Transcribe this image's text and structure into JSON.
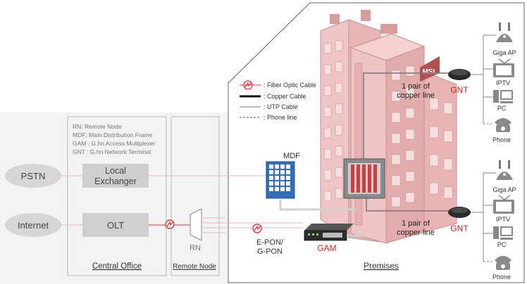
{
  "legend": {
    "fiber": ": Fiber Optic Cable",
    "copper": ": Copper Cable",
    "utp": ": UTP Cable",
    "phone": ": Phone line"
  },
  "definitions": {
    "rn": "RN: Remote Node",
    "mdf": "MDF: Main Distribution Frame",
    "gam": "GAM : G.hn Access Multiplexer",
    "gnt": "GNT : G.hn Network Terminal"
  },
  "nodes": {
    "pstn": "PSTN",
    "internet": "Internet",
    "local_exchanger_line1": "Local",
    "local_exchanger_line2": "Exchanger",
    "olt": "OLT",
    "rn": "RN",
    "mdf": "MDF",
    "gam": "GAM",
    "epon_line1": "E-PON/",
    "epon_line2": "G-PON",
    "copper_line1": "1 pair of",
    "copper_line2": "copper line",
    "gnt": "GNT",
    "building_sign": "MSL"
  },
  "sections": {
    "central_office": "Central Office",
    "remote_node": "Remote Node",
    "premises": "Premises"
  },
  "devices": {
    "giga_ap": "Giga AP",
    "iptv": "IPTV",
    "pc": "PC",
    "phone": "Phone"
  },
  "colors": {
    "fiber": "#e8323c",
    "accent_red": "#d42020",
    "building": "#efc4c4",
    "building_dark": "#d79c9c"
  }
}
